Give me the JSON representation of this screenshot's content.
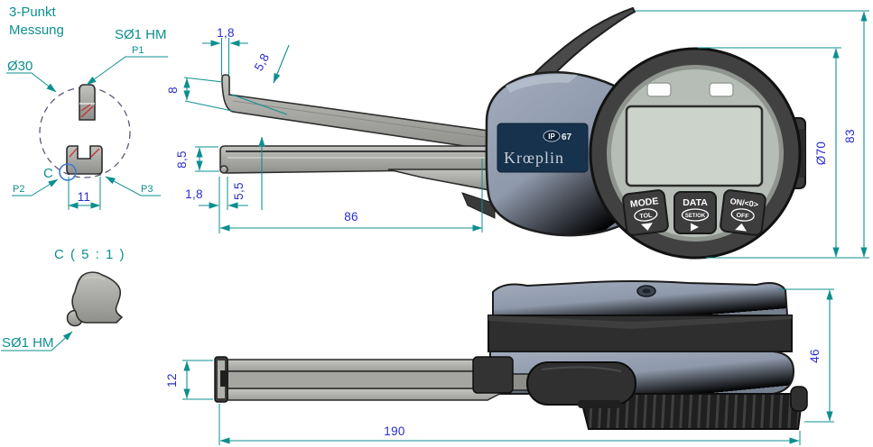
{
  "labels": {
    "note_line1": "3-Punkt",
    "note_line2": "Messung",
    "probe_tip": "SØ1 HM",
    "p1": "P1",
    "p2": "P2",
    "p3": "P3",
    "c_marker": "C",
    "ring_diameter": "Ø30",
    "detail_c_title": "C ( 5 : 1 )"
  },
  "dims": {
    "tip_width": "1,8",
    "tip_depth_upper": "5,8",
    "tip_height_upper": "8",
    "tip_height_lower": "8,5",
    "tip_depth_lower": "5,5",
    "arm_length": "86",
    "groove_width": "11",
    "dial_diameter": "Ø70",
    "overall_height": "83",
    "arm_thickness": "12",
    "overall_length": "190",
    "body_depth": "46"
  },
  "device": {
    "brand": "Krœplin",
    "ip_rating": {
      "prefix": "IP",
      "value": "67"
    },
    "buttons": [
      {
        "label": "MODE",
        "pill": "TOL",
        "arrow_icon": "triangle-down"
      },
      {
        "label": "DATA",
        "pill": "SET/OK",
        "arrow_icon": "triangle-right"
      },
      {
        "label": "ON/<0>",
        "pill": "OFF",
        "arrow_icon": "triangle-up"
      }
    ]
  },
  "colors": {
    "dimension_line": "#0E8F8F",
    "dimension_text": "#2B2BCC",
    "body_blue": "#8E99AB",
    "label_navy": "#17334E",
    "hatch_red": "#C43030",
    "marker_blue": "#3A7BD0"
  }
}
